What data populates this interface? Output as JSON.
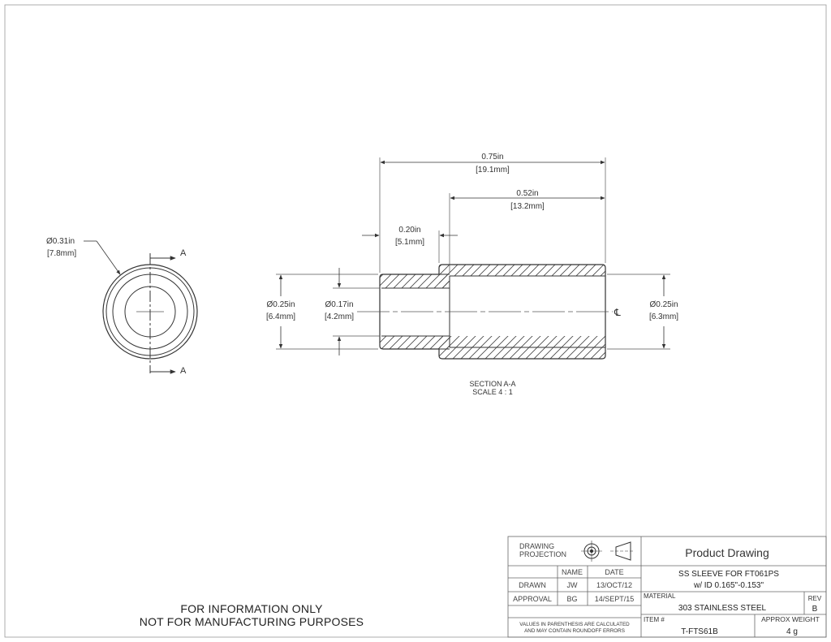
{
  "end_view": {
    "diameter_in": "Ø0.31in",
    "diameter_mm": "[7.8mm]",
    "section_label_top": "A",
    "section_label_bottom": "A"
  },
  "section_view": {
    "overall_length_in": "0.75in",
    "overall_length_mm": "[19.1mm]",
    "long_part_in": "0.52in",
    "long_part_mm": "[13.2mm]",
    "step_in": "0.20in",
    "step_mm": "[5.1mm]",
    "left_od_in": "Ø0.25in",
    "left_od_mm": "[6.4mm]",
    "bore_in": "Ø0.17in",
    "bore_mm": "[4.2mm]",
    "right_od_in": "Ø0.25in",
    "right_od_mm": "[6.3mm]",
    "centerline_symbol": "℄",
    "caption_line1": "SECTION A-A",
    "caption_line2": "SCALE 4 : 1"
  },
  "notice": {
    "line1": "FOR INFORMATION ONLY",
    "line2": "NOT FOR MANUFACTURING PURPOSES"
  },
  "title_block": {
    "projection_label_1": "DRAWING",
    "projection_label_2": "PROJECTION",
    "header_name": "NAME",
    "header_date": "DATE",
    "drawn_label": "DRAWN",
    "drawn_name": "JW",
    "drawn_date": "13/OCT/12",
    "approval_label": "APPROVAL",
    "approval_name": "BG",
    "approval_date": "14/SEPT/15",
    "values_note_1": "VALUES IN PARENTHESIS ARE CALCULATED",
    "values_note_2": "AND MAY CONTAIN ROUNDOFF ERRORS",
    "product_drawing": "Product Drawing",
    "title_line1": "SS SLEEVE FOR FT061PS",
    "title_line2": "w/ ID 0.165\"-0.153\"",
    "material_label": "MATERIAL",
    "material": "303 STAINLESS STEEL",
    "rev_label": "REV",
    "rev": "B",
    "item_label": "ITEM #",
    "item": "T-FTS61B",
    "weight_label": "APPROX WEIGHT",
    "weight": "4 g"
  }
}
